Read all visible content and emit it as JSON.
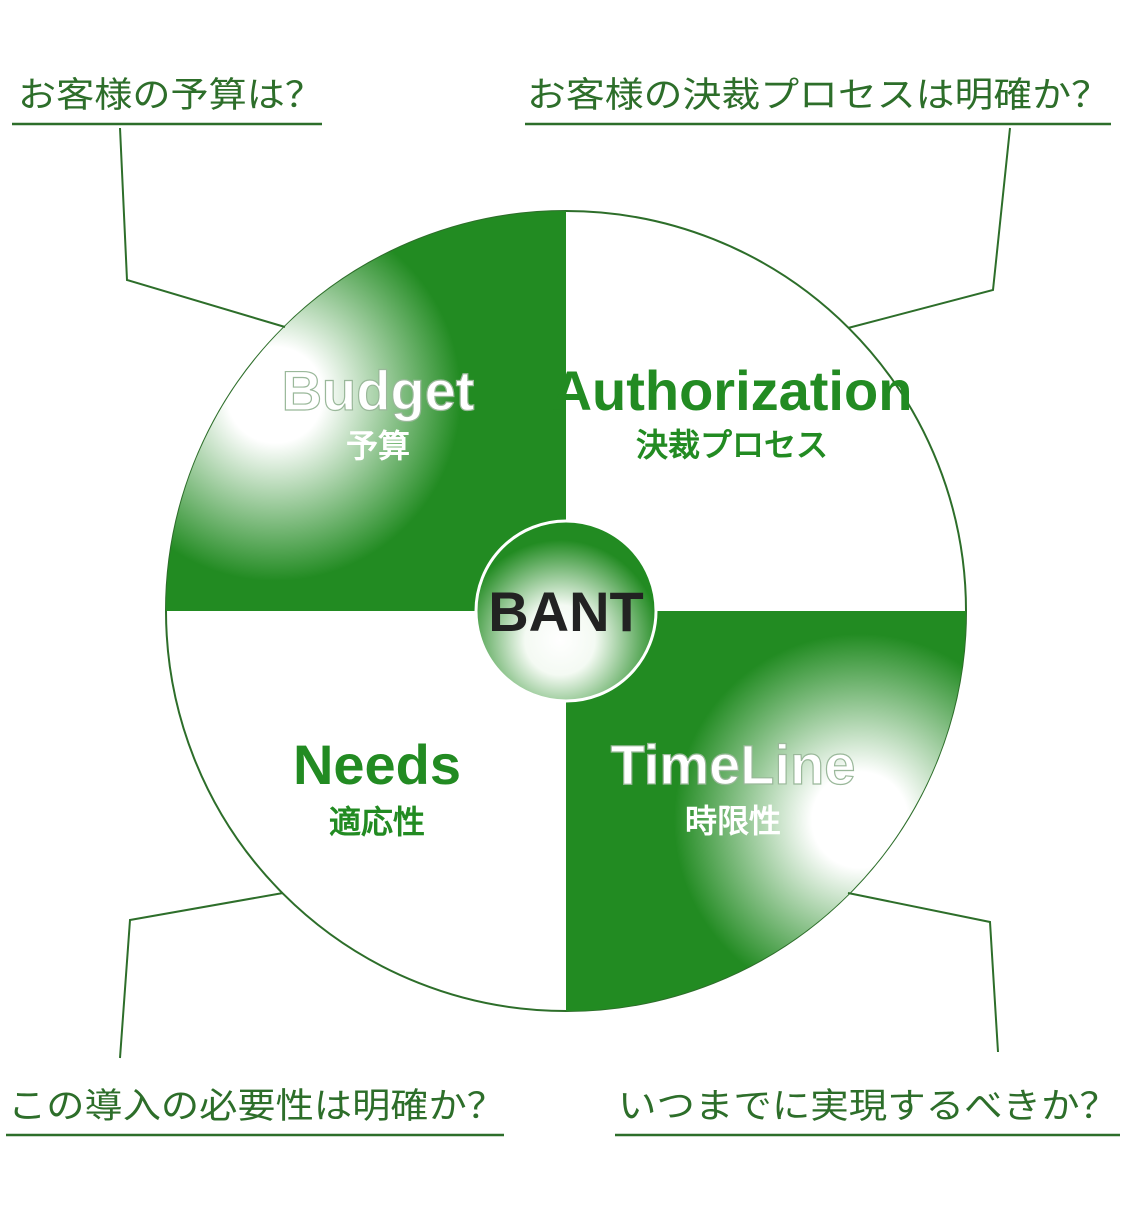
{
  "colors": {
    "green": "#228b22",
    "line": "#2d6e2a",
    "white": "#ffffff",
    "dark": "#222222"
  },
  "center": {
    "label": "BANT"
  },
  "quadrants": {
    "budget": {
      "title": "Budget",
      "subtitle": "予算"
    },
    "authorization": {
      "title": "Authorization",
      "subtitle": "決裁プロセス"
    },
    "needs": {
      "title": "Needs",
      "subtitle": "適応性"
    },
    "timeline": {
      "title": "TimeLine",
      "subtitle": "時限性"
    }
  },
  "questions": {
    "budget": "お客様の予算は？",
    "authorization": "お客様の決裁プロセスは明確か？",
    "needs": "この導入の必要性は明確か？",
    "timeline": "いつまでに実現するべきか？"
  }
}
